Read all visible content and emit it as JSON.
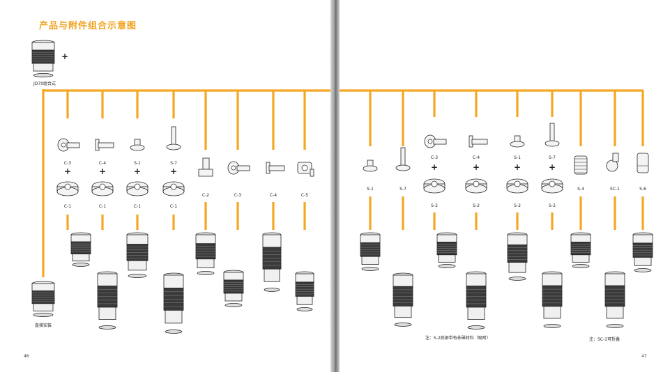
{
  "title": "产品与附件组合示意图",
  "base_label": "JD70组合式",
  "direct_mount_label": "直接安装",
  "plus_sign": "+",
  "note_s2": "注：S-2底部带有永磁材料（吸附）",
  "note_sc1": "注：SC-1可折叠",
  "page_left": "46",
  "page_right": "47",
  "left_columns": [
    {
      "top": "C-3",
      "plus": "+",
      "bottom": "C-1"
    },
    {
      "top": "C-4",
      "plus": "+",
      "bottom": "C-1"
    },
    {
      "top": "S-1",
      "plus": "+",
      "bottom": "C-1"
    },
    {
      "top": "S-7",
      "plus": "+",
      "bottom": "C-1"
    },
    {
      "single": "C-2"
    },
    {
      "single": "C-3"
    },
    {
      "single": "C-4"
    },
    {
      "single": "C-5"
    }
  ],
  "right_columns": [
    {
      "single": "S-1"
    },
    {
      "single": "S-7"
    },
    {
      "top": "C-3",
      "plus": "+",
      "bottom": "S-2"
    },
    {
      "top": "C-4",
      "plus": "+",
      "bottom": "S-2"
    },
    {
      "top": "S-1",
      "plus": "+",
      "bottom": "S-2"
    },
    {
      "top": "S-7",
      "plus": "+",
      "bottom": "S-2"
    },
    {
      "single": "S-4"
    },
    {
      "single": "SC-1"
    },
    {
      "single": "S-6"
    }
  ],
  "colors": {
    "accent": "#f0a21c",
    "line": "#f5a623",
    "ink": "#222222"
  }
}
